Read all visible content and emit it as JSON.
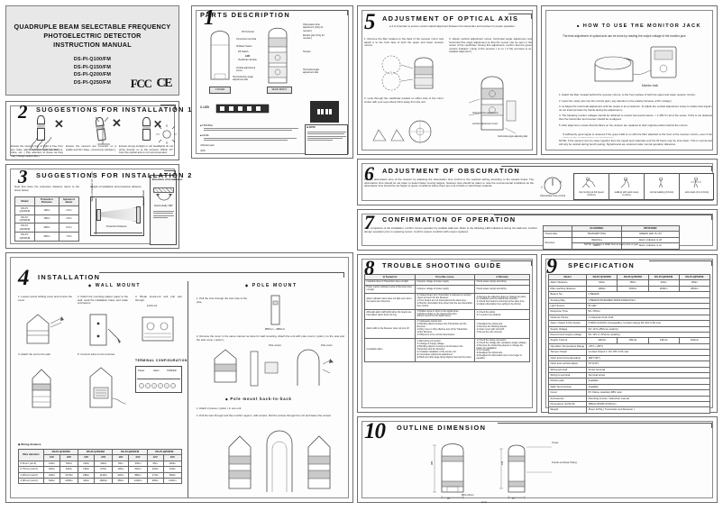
{
  "document": {
    "title_lines": [
      "QUADRUPLE BEAM SELECTABLE FREQUENCY",
      "PHOTOELECTRIC DETECTOR",
      "INSTRUCTION MANUAL"
    ],
    "models": [
      "DS-PI-Q100/FM",
      "DS-PI-Q150/FM",
      "DS-PI-Q200/FM",
      "DS-PI-Q250/FM"
    ],
    "marks": {
      "fcc": "FCC",
      "ce": "CE"
    }
  },
  "sections": [
    {
      "num": "1",
      "title": "PARTS DESCRIPTION"
    },
    {
      "num": "2",
      "title": "SUGGESTIONS FOR INSTALLATION 1"
    },
    {
      "num": "3",
      "title": "SUGGESTIONS FOR INSTALLATION 2"
    },
    {
      "num": "4",
      "title": "INSTALLATION"
    },
    {
      "num": "5",
      "title": "ADJUSTMENT OF OPTICAL AXIS"
    },
    {
      "num": "6",
      "title": "ADJUSTMENT OF OBSCURATION"
    },
    {
      "num": "7",
      "title": "CONFIRMATION OF OPERATION"
    },
    {
      "num": "8",
      "title": "TROUBLE SHOOTING GUIDE"
    },
    {
      "num": "9",
      "title": "SPECIFICATION"
    },
    {
      "num": "10",
      "title": "OUTLINE DIMENSION"
    }
  ],
  "parts": {
    "cover_label": "COVER",
    "body_label": "MAIN BODY",
    "callouts": [
      "DS Terminal",
      "Connection terminal",
      "IR Beam Select",
      "DS Switch",
      "LED",
      "Viewfinder window",
      "Vertical adjustment screw",
      "Horizontal fine angle adjustment dial",
      "Obscuration time adjustment (Only for receiver)",
      "Monitor jack (Only for receiver)",
      "Tamper",
      "Horizontal angle adjustment dial"
    ],
    "led_label": "LED",
    "notes": [
      "TROUBLE",
      "LEVEL",
      "Monitor jack",
      "DS"
    ]
  },
  "suggestion1": {
    "items": [
      "Ensure the sensors line of sight is free from any false alarm sources such as bushes, trees, etc. ( Pay attention to these as they may change seasonally )",
      "Ensure the sensors are mounted on a stable and firm base. ( Avoid any vibration )",
      "Ensure strong sunlight or car headlights do not shine directly on to the receiver. Within ±2° from the optical axis is not recommended."
    ]
  },
  "suggestion2": {
    "note_left": "Note that twice the protection distance refers to the sheet below.",
    "note_right": "Height of installation and protection distance.",
    "direction_title": "Direction of installation",
    "horizontally_label": "Horizontally 180°",
    "distance_table": {
      "headers": [
        "Model",
        "Protection Distance",
        "Spread of Beam"
      ],
      "rows": [
        [
          "DS-PI-Q100/FM",
          "100m",
          "2.0m"
        ],
        [
          "DS-PI-Q150/FM",
          "150m",
          "4.5m"
        ],
        [
          "DS-PI-Q200/FM",
          "200m",
          "6.0m"
        ],
        [
          "DS-PI-Q250/FM",
          "250m",
          "7.5m"
        ]
      ]
    },
    "diagram_labels": {
      "height": "Height of installation 0.7 ~ 1.2m",
      "protection": "Protection Distance",
      "spread": "Spread of beam"
    }
  },
  "installation": {
    "wall_mount_title": "WALL MOUNT",
    "pole_mount_title": "POLE MOUNT",
    "back_to_back_title": "Pole mount back-to-back",
    "wall_steps": [
      "1. Loosen screw holding cover and remove the cover.",
      "2. Attach the mounting pattern paper to the wall, mark the installation holes, and make protrusions.",
      "3. Break knock-out and pull wire through.",
      "4. Attach the unit to the wall.",
      "5. Connect wires to the terminal."
    ],
    "pole_steps": [
      "1. Pull the wire through the wire hole of the pole.",
      "2. Remove the cover in the same manner as done for wall mounting. Attach the unit with pole mount ( option ) to the pole and the pole cover ( option )."
    ],
    "back_to_back_steps": [
      "1. Attach 2 pieces ( option ) in one unit.",
      "2. Pull the wire through and then confirm approx. with screws. Pull the screws through the unit and fasten the screws."
    ],
    "terminal_title": "TERMINAL CONFIGURATION",
    "terminal_labels": [
      "Power",
      "Alarm",
      "TAMPER"
    ],
    "knockout_label": "knock-out",
    "pole_labels": [
      "Pole mount",
      "Pole cover"
    ],
    "pole_dim": "Ø50mm ~ Ø80mm",
    "wiring_title": "Wiring distance",
    "wiring_table": {
      "headers": [
        "Wire diameter",
        "DS-PI-Q100/FM",
        "DS-PI-Q150/FM",
        "DS-PI-Q200/FM",
        "DS-PI-Q250/FM"
      ],
      "sub_headers": [
        "12V",
        "24V",
        "12V",
        "24V",
        "12V",
        "24V",
        "12V",
        "24V"
      ],
      "rows": [
        [
          "0.5mm² (ø1.6)",
          "130m",
          "520m",
          "100m",
          "430m",
          "80m",
          "330m",
          "65m",
          "260m"
        ],
        [
          "0.75mm² (ø2.0)",
          "200m",
          "810m",
          "160m",
          "670m",
          "130m",
          "520m",
          "100m",
          "410m"
        ],
        [
          "1.25mm² (ø2.6)",
          "340m",
          "1370m",
          "280m",
          "1130m",
          "220m",
          "880m",
          "170m",
          "690m"
        ],
        [
          "2.00mm² (ø3.2)",
          "540m",
          "2180m",
          "440m",
          "1800m",
          "350m",
          "1400m",
          "280m",
          "1100m"
        ]
      ]
    }
  },
  "optical_axis": {
    "intro": "It is important to ensure correct optical alignment between the transmitter and receiver for proper operation.",
    "steps": [
      "1. Remove the filter located on the back of the receiver mirror and attach it to the front face of both the upper and lower receiver mirrors.",
      "2. Look through the viewfinder located on either side of the mirror center with your eyes about 10cm away from the unit.",
      "3. Adjust vertical adjustment screw, horizontal angle adjustment and horizontal fine angle adjustment so that the sensor can be seen in the center of the viewfinder. During this adjustment, confirm that the green monitor indicator ( lamp of the receiver ) is on. ( If the red lamp is on, readjust alignment )"
    ],
    "diagram_labels": [
      "horizontal fine adjustment",
      "vertical adjustment screw",
      "horizontal angle adjusting dial",
      "viewfinder",
      "filter"
    ]
  },
  "monitor_jack": {
    "title": "HOW TO USE THE MONITOR JACK",
    "intro": "The best adjustment of optical axis can be done by reading the output voltage of the monitor jack",
    "jack_label": "Monitor Jack",
    "steps": [
      "1. Attach the filter, located behind the receiver mirrors, to the front surface of both the upper and lower receiver mirrors.",
      "2. Insert the meter pins into the monitor jack ( pay attention to the polarity because of DC voltage )",
      "3. a) Adjust the horizontal adjustment until the output is at a maximum.\n   b) Adjust the vertical adjustment screw to obtain best signal ( do not interrupt beam by hands during the adjustment )",
      "4. The following monitor voltages should be obtained to ensure best performance. > 1.28V for all of the series. If this is not obtained then the transmitter and receiver should be re-aligned.",
      "5. After alignment, ensure that the filters on the receiver are replaced to their original position behind the mirrors."
    ],
    "extra_notes": [
      "If sufficiently good signal is received if the green LED is on with the filter attached to the front of the receiver mirrors, even if the output to the monitor jack is not at maximum.",
      "NOTE: If the sensors are too close together then the signal level saturates and the IR beam may be shut down. This is normal and will only be noticed during bench testing. Signal levels are restored under normal operation distances."
    ]
  },
  "obscuration": {
    "body": "Set the obscuration time of the receiver by adjusting the obscuration time control to the required setting according to the sample below. The obscuration time should be set lower to detect faster moving targets, however care should be taken to note the environmental conditions as the obscuration time should be set higher to ignore conditions where there are a lot of birds or wind blown material.",
    "control_label": "Obscuration time control",
    "dial_marks": [
      "1",
      "2",
      "3"
    ],
    "samples": [
      "fast running at full speed (5.0m/s)",
      "walking with quick steps (1.0m/s)",
      "normal walking (0.4m/s)",
      "slow steps (0.2~0.4m/s)"
    ]
  },
  "confirmation": {
    "body": "After completion of the installation, confirm correct operation by suitable walk test. Refer to the following LED indications during the walk test. Confirm tamper operation prior to replacing covers. Confirm system condition with covers replaced.",
    "table": {
      "headers": [
        "",
        "GUARDING",
        "INTRUDER"
      ],
      "rows": [
        [
          "Transmitter",
          "TRANSMITTING",
          "GREEN LED IS ON"
        ],
        [
          "Receiver",
          "Watching",
          "Alarm indicator is off"
        ],
        [
          "",
          "Alarm",
          "Alarm indicator is on"
        ]
      ]
    },
    "note": "NOTE: Conduct a Walk Test at least once a year"
  },
  "trouble": {
    "headers": [
      "Q Symptom",
      "Possible cause",
      "A Remedy"
    ],
    "rows": [
      {
        "symptom": "Indication lamp of Transmitter does not light.",
        "cause": "Improper voltage of power supply",
        "remedy": "Check power supply and wiring"
      },
      {
        "symptom": "Power supply indication Lamp of Receiver does not light.",
        "cause": "Improper voltage of power supply",
        "remedy": "Check power supply and wiring"
      },
      {
        "symptom": "Alarm indication lamp does not light even when the beams are obscured.",
        "cause": "① Infrared beam from Transmitter is reflected on another object and sent into the Receiver.\n② Four beams are not intercepted at the same time.\n③ Monitor obscuration time lower than the set obscuration time control.",
        "remedy": "① Remove the reflecting object or change the place for installation and the optical axis direction.\n② Check four beams to intercept at the same time.\n③ Adjust obscuration time setting to be shorter."
      },
      {
        "symptom": "Although alarm LED lights when the beams are interrupted, alarm does not ring.",
        "cause": "① Broken wires or short on the signal wires.\n② Broken bridge on the signal connection.\n(Where current on the signal wires)",
        "remedy": "① Check the wiring.\n② It needs to be repaired."
      },
      {
        "symptom": "Alarm LED on the Receiver does not turn off.",
        "cause": "① Inadequate optical axis.\n② Blocking objects between the Transmitter and the Receiver.\n③ Dirty cover or dirty effective lens of the Transmitter and/or Receiver.\n④ Difference to be normal transmission.",
        "remedy": "① Readjust the optical axis.\n② Remove the blocking objects.\n③ Clean cover with soft cloth.\n④ Re-set the unit correctly."
      },
      {
        "symptom": "Unsuitable alarm",
        "cause": "① Bad wiring connection.\n② Change of supply voltage.\n③ Blocking objects moving by wind between the Transmitter and the Receiver.\n④ Unstable installation of the sensor unit.\n⑤ Incomplete optical axis adjustment.\n⑥ Birds and other large flying objects intercept the beam.",
        "remedy": "① Check the wiring connection.\n② Check the voltage (the resistance supply voltage.)\n③ Remove the obstructing objects or change the places for installation.\n④ Fix steadily.\n⑤ Readjust the optical axis.\n⑥ Readjust the obscuration time to be longer or equal/be."
      }
    ]
  },
  "specification": {
    "headers": [
      "Model",
      "DS-PI-Q100/FM",
      "DS-PI-Q150/FM",
      "DS-PI-Q200/FM",
      "DS-PI-Q250/FM"
    ],
    "rows": [
      {
        "label": "Alarm Distance",
        "values": [
          "100m",
          "150m",
          "200m",
          "250m"
        ]
      },
      {
        "label": "Max reaching distance",
        "values": [
          "1000m",
          "1500m",
          "2000m",
          "2500m"
        ]
      },
      {
        "label": "Beams No.",
        "span": "4 BEAMS"
      },
      {
        "label": "Sensing Way",
        "span": "4 BEAMS INFRARED SIMULTANEOUSLY"
      },
      {
        "label": "Light Source",
        "span": "IR LED"
      },
      {
        "label": "Response Time",
        "span": "50~700ms"
      },
      {
        "label": "Channel Choice",
        "span": "4 Channels CH1~CH4"
      },
      {
        "label": "Alarm Output & DQ Output",
        "span": "FORM C(NO/NC changeable), Contact ratings DC 30V 0.5A max"
      },
      {
        "label": "Supply Voltage",
        "span": "DC 10.5~28V(non-polarity)"
      },
      {
        "label": "Recommend supply voltage",
        "span": "DC 12V or 24V(non-polarity)"
      },
      {
        "label": "Supply Current",
        "values": [
          "130mA",
          "135mA",
          "140mA",
          "160mA"
        ]
      },
      {
        "label": "Operation Temperature Range",
        "span": "-25°C~+55°C"
      },
      {
        "label": "Tamper Output",
        "span": "Contact Output 1: DC 30V 0.5A max"
      },
      {
        "label": "Optic axis horizontal adjust",
        "span": "180°(±90°)"
      },
      {
        "label": "Optic axis vertical adjust",
        "span": "20°(±10°)"
      },
      {
        "label": "Wiring terminal",
        "span": "Screw terminal"
      },
      {
        "label": "Wiring to terminal",
        "span": "Terminal screw"
      },
      {
        "label": "Monitor jack",
        "span": "Available"
      },
      {
        "label": "Walk Test Function",
        "span": "Available"
      },
      {
        "label": "Cover",
        "span": "PC Flame retardant ABS resin"
      },
      {
        "label": "Accessories",
        "span": "Mounting screws, Instruction manual"
      },
      {
        "label": "Dimensions (H×W×D)",
        "span": "385(H)×95(W)×97(D)mm"
      },
      {
        "label": "Weight",
        "span": "About 1270g ( Transmitter and Receiver )"
      }
    ]
  },
  "outline": {
    "labels": [
      "Cover",
      "Knock-out Rear Fixing"
    ],
    "dims": [
      "385",
      "314",
      "95",
      "Ø16~20mm",
      "97",
      "(mm)"
    ]
  }
}
